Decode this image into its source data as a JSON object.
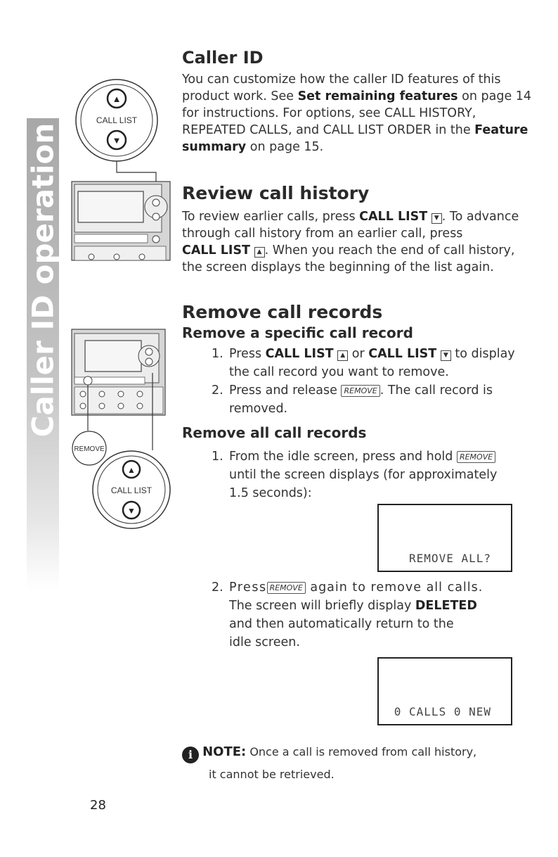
{
  "sidebar": {
    "tab_label": "Caller ID operation"
  },
  "caller_id": {
    "title": "Caller ID",
    "p1": "You can customize how the caller ID features of this",
    "p2a": "product work. See ",
    "p2b": "Set remaining features",
    "p2c": " on page 14",
    "p3": "for instructions. For options, see CALL HISTORY,",
    "p4a": "REPEATED CALLS, and CALL LIST ORDER in the ",
    "p4b": "Feature",
    "p5a": "summary",
    "p5b": " on page 15."
  },
  "review": {
    "title": "Review call history",
    "l1a": "To review earlier calls, press ",
    "l1b": "CALL LIST",
    "l1c": ". To advance",
    "l2": "through call history from an earlier call, press",
    "l3a": "CALL LIST",
    "l3b": ". When you reach the end of call history,",
    "l4": "the screen displays the beginning of the list again."
  },
  "remove": {
    "title": "Remove call records",
    "specific_title": "Remove a specific call record",
    "s1_num": "1.",
    "s1a": "Press ",
    "s1b": "CALL LIST",
    "s1c": " or ",
    "s1d": "CALL LIST",
    "s1e": " to display",
    "s1f": "the call record you want to remove.",
    "s2_num": "2.",
    "s2a": "Press and release ",
    "s2b": ". The call record is",
    "s2c": "removed.",
    "all_title": "Remove all call records",
    "a1_num": "1.",
    "a1a": "From the idle screen, press and hold ",
    "a1b": "until the screen displays (for approximately",
    "a1c": "1.5 seconds):",
    "lcd1": "REMOVE ALL?",
    "a2_num": "2.",
    "a2a": "Press",
    "a2b": " again to remove all calls.",
    "a2c_a": "The screen will briefly display ",
    "a2c_b": "DELETED",
    "a2d": "and then automatically return to the",
    "a2e": "idle screen.",
    "lcd2": "0 CALLS 0 NEW"
  },
  "keys": {
    "remove": "REMOVE",
    "up_arrow": "▲",
    "down_arrow": "▼"
  },
  "note": {
    "label": "NOTE:",
    "text1": " Once a call is removed from call history,",
    "text2": "it cannot be retrieved."
  },
  "illustrations": {
    "call_list": "CALL LIST",
    "remove": "REMOVE",
    "up_arrow": "▲",
    "down_arrow": "▼"
  },
  "page_number": "28"
}
